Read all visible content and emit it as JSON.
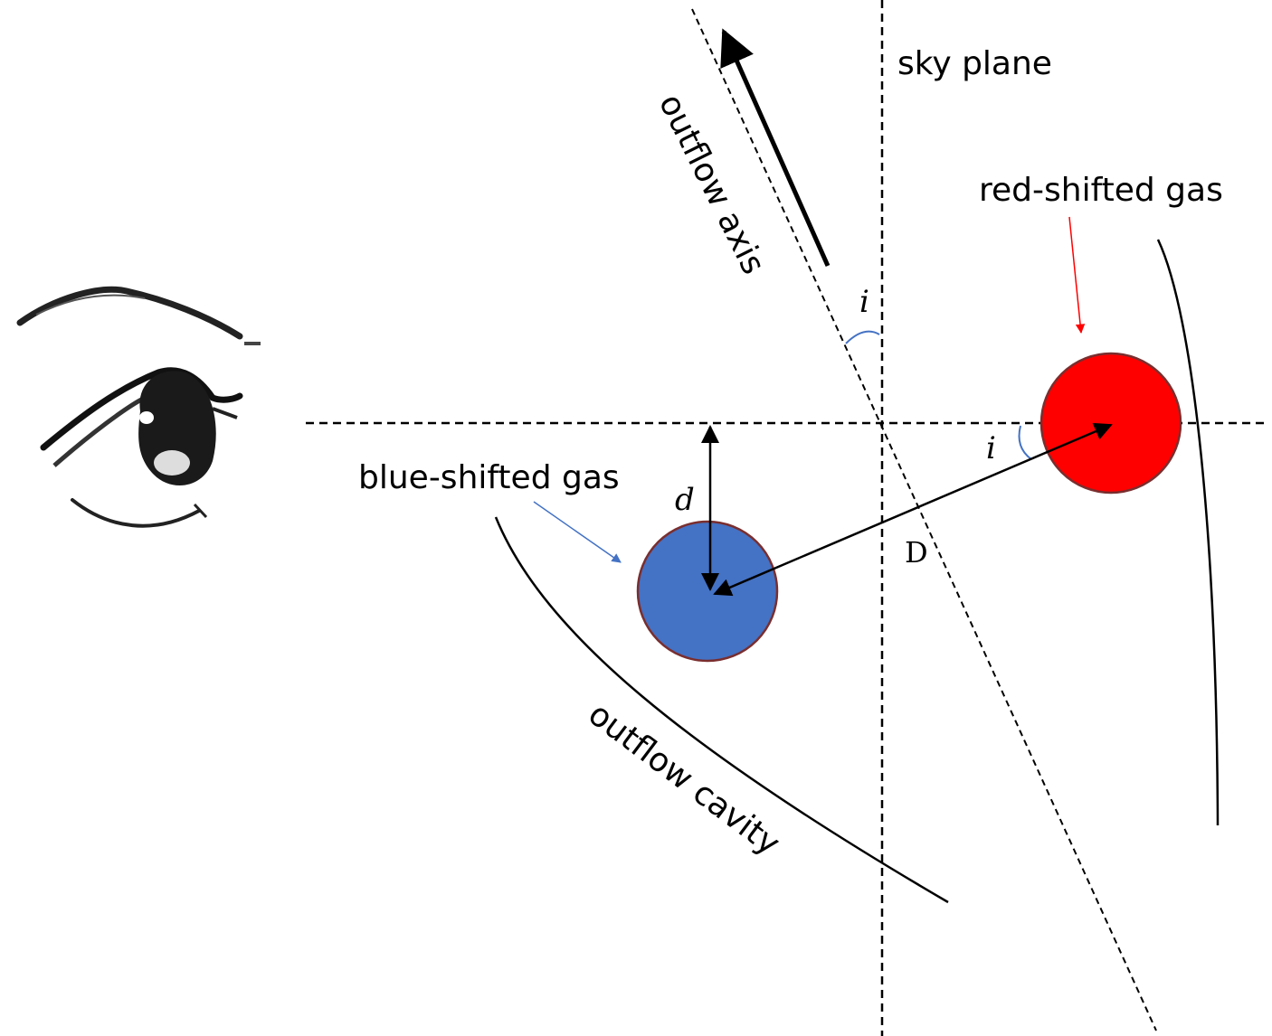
{
  "labels": {
    "sky_plane": "sky plane",
    "outflow_axis": "outflow axis",
    "red_shifted_gas": "red-shifted gas",
    "blue_shifted_gas": "blue-shifted gas",
    "outflow_cavity": "outflow cavity",
    "inclination_top": "i",
    "inclination_right": "i",
    "distance_d": "d",
    "distance_D": "D"
  },
  "colors": {
    "red_gas": "#ff0000",
    "blue_gas": "#4472c4",
    "gas_outline": "#7a2e2e",
    "red_arrow": "#ff0000",
    "blue_arrow": "#4472c4",
    "angle_arc": "#4472c4",
    "lines": "#000000"
  },
  "icons": {
    "observer": "eye-icon"
  }
}
